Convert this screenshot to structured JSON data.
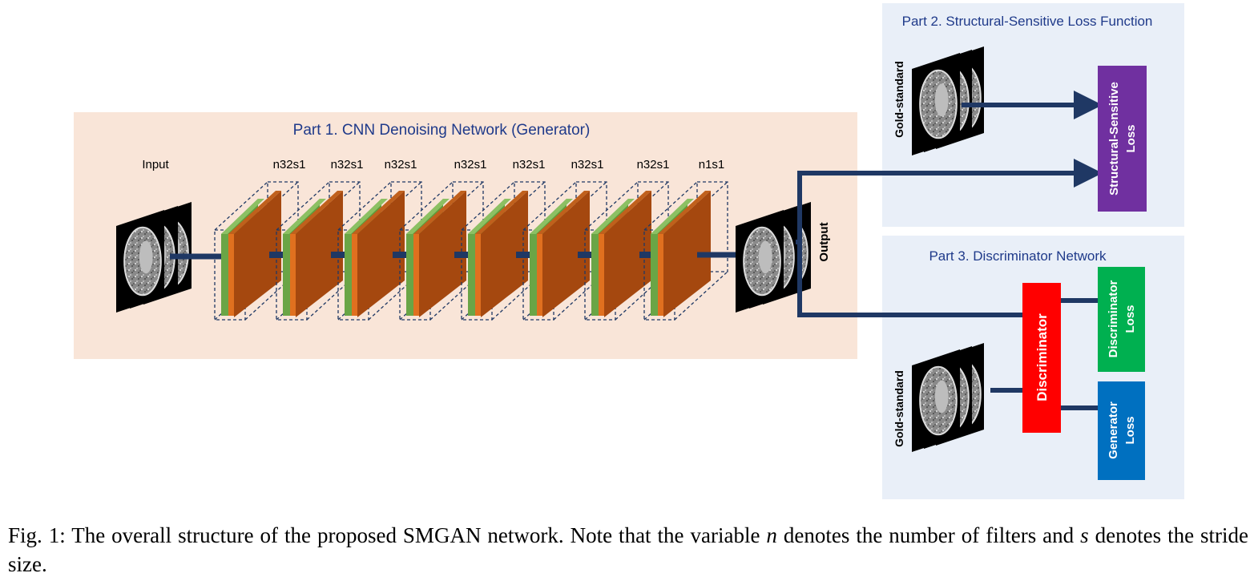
{
  "part1": {
    "title": "Part 1. CNN Denoising Network (Generator)"
  },
  "part2": {
    "title": "Part 2. Structural-Sensitive Loss Function"
  },
  "part3": {
    "title": "Part 3. Discriminator Network"
  },
  "input_label": "Input",
  "output_label": "Output",
  "gold_standard_label": "Gold-standard",
  "layer_labels": [
    "n32s1",
    "n32s1",
    "n32s1",
    "n32s1",
    "n32s1",
    "n32s1",
    "n32s1",
    "n1s1"
  ],
  "boxes": {
    "structural_loss": "Structural-Sensitive Loss",
    "discriminator": "Discriminator",
    "discriminator_loss": "Discriminator Loss",
    "generator_loss": "Generator Loss"
  },
  "colors": {
    "part1_bg": "#f9e5d8",
    "part_bg": "#e9eff8",
    "green": "#6aa546",
    "orange": "#e0701f",
    "brown": "#a5480f",
    "connector": "#1f3864",
    "purple": "#7030a0",
    "red": "#ff0000",
    "disc_green": "#00b050",
    "gen_blue": "#0070c0"
  },
  "caption": {
    "fig": "Fig. 1:",
    "text1": "The overall structure of the proposed SMGAN network. Note that the variable",
    "var_n": "n",
    "text2": "denotes the number of filters and",
    "var_s": "s",
    "text3": "denotes the stride size."
  }
}
